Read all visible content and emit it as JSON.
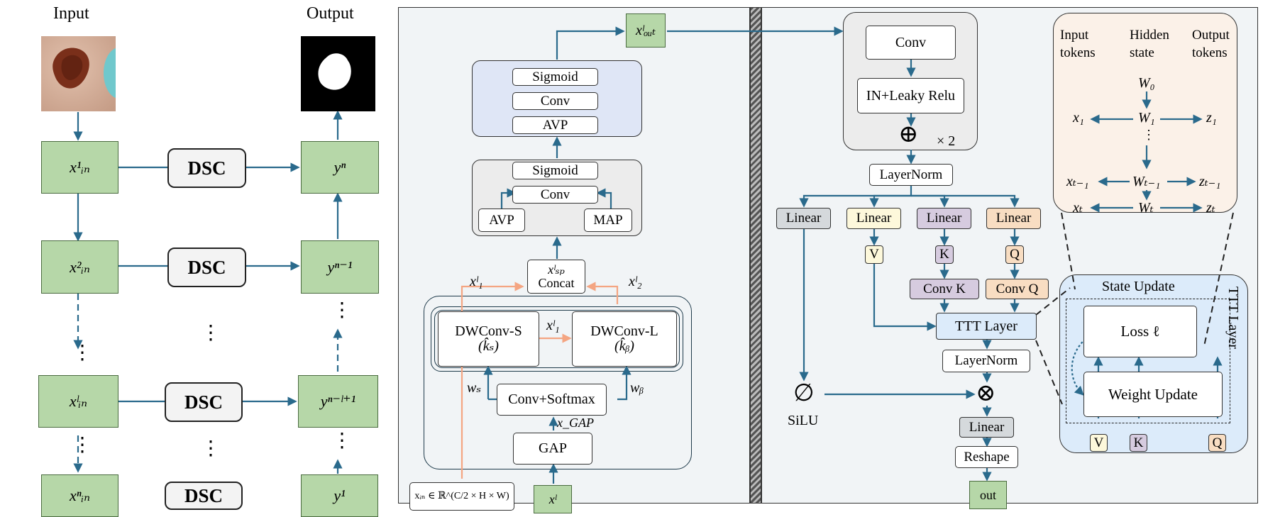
{
  "colors": {
    "arrow": "#2a6a8c",
    "orange": "#f4a582",
    "green_fill": "#b6d7a8",
    "blue_panel": "#dfe6f6",
    "gray_panel": "#ececec",
    "left_bg": "#f1f4f6",
    "state_update_bg": "#dcebfa",
    "ttt_bg": "#fbf1e8"
  },
  "left": {
    "input_title": "Input",
    "output_title": "Output",
    "x_nodes": [
      "x¹ᵢₙ",
      "x²ᵢₙ",
      "xˡᵢₙ",
      "xⁿᵢₙ"
    ],
    "y_nodes": [
      "yⁿ",
      "yⁿ⁻¹",
      "yⁿ⁻ˡ⁺¹",
      "y¹"
    ],
    "dsc_labels": [
      "DSC",
      "DSC",
      "DSC",
      "DSC"
    ],
    "ellipsis": "⋮"
  },
  "middle": {
    "x_out": "xˡₒᵤₜ",
    "top_block": [
      "Sigmoid",
      "Conv",
      "AVP"
    ],
    "mid_block": {
      "sigmoid": "Sigmoid",
      "conv": "Conv",
      "avp": "AVP",
      "map": "MAP"
    },
    "concat_top": "xˡₛₚ",
    "concat": "Concat",
    "x1_label": "xˡ₁",
    "x2_label": "xˡ₂",
    "x1_mid": "xˡ₁",
    "dwconv_s": "DWConv-S",
    "dwconv_s_k": "(k̂ₛ)",
    "dwconv_l": "DWConv-L",
    "dwconv_l_k": "(k̂ᵦ)",
    "ws": "wₛ",
    "wb": "wᵦ",
    "conv_softmax": "Conv+Softmax",
    "xgap": "x_GAP",
    "gap": "GAP",
    "bottom_left": "xᵢₙ ∈ ℝ^(C/2 × H × W)",
    "bottom_green": "xˡ"
  },
  "right": {
    "conv": "Conv",
    "in_lrelu": "IN+Leaky Relu",
    "plus": "⊕",
    "times2": "× 2",
    "layernorm": "LayerNorm",
    "linears": [
      "Linear",
      "Linear",
      "Linear",
      "Linear"
    ],
    "v": "V",
    "k": "K",
    "q": "Q",
    "conv_k": "Conv K",
    "conv_q": "Conv Q",
    "ttt_layer": "TTT Layer",
    "layernorm2": "LayerNorm",
    "silu_symbol": "∅",
    "silu": "SiLU",
    "mult": "⊗",
    "linear_bottom": "Linear",
    "reshape": "Reshape",
    "out": "out"
  },
  "ttt_detail": {
    "col_input": "Input\ntokens",
    "col_hidden": "Hidden\nstate",
    "col_output": "Output\ntokens",
    "w0": "W₀",
    "w1": "W₁",
    "wt1": "Wₜ₋₁",
    "wt": "Wₜ",
    "x1": "x₁",
    "xt1": "xₜ₋₁",
    "xt": "xₜ",
    "z1": "z₁",
    "zt1": "zₜ₋₁",
    "zt": "zₜ",
    "state_update": "State Update",
    "ttt_layer_vertical": "TTT Layer",
    "loss": "Loss ℓ",
    "weight_update": "Weight Update",
    "v": "V",
    "k": "K",
    "q": "Q"
  }
}
